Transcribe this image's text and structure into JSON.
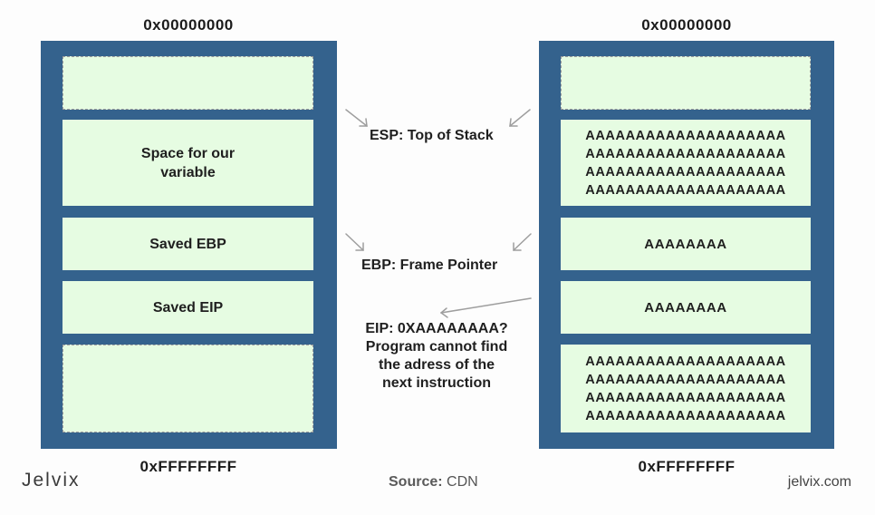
{
  "left_stack": {
    "top_address": "0x00000000",
    "bottom_address": "0xFFFFFFFF",
    "blocks": [
      {
        "label": ""
      },
      {
        "line1": "Space for our",
        "line2": "variable"
      },
      {
        "label": "Saved EBP"
      },
      {
        "label": "Saved EIP"
      },
      {
        "label": ""
      }
    ]
  },
  "right_stack": {
    "top_address": "0x00000000",
    "bottom_address": "0xFFFFFFFF",
    "buffer_line": "AAAAAAAAAAAAAAAAAAAA",
    "short_line": "AAAAAAAA"
  },
  "middle": {
    "esp_label": "ESP: Top of Stack",
    "ebp_label": "EBP: Frame Pointer",
    "eip_lines": [
      "EIP: 0XAAAAAAAA?",
      "Program cannot find",
      "the adress of the",
      "next instruction"
    ]
  },
  "footer": {
    "logo": "Jelvix",
    "source_key": "Source:",
    "source_value": "CDN",
    "site": "jelvix.com"
  },
  "colors": {
    "frame": "#34628d",
    "block_fill": "#e6fce2",
    "arrow": "#9e9e9e"
  }
}
